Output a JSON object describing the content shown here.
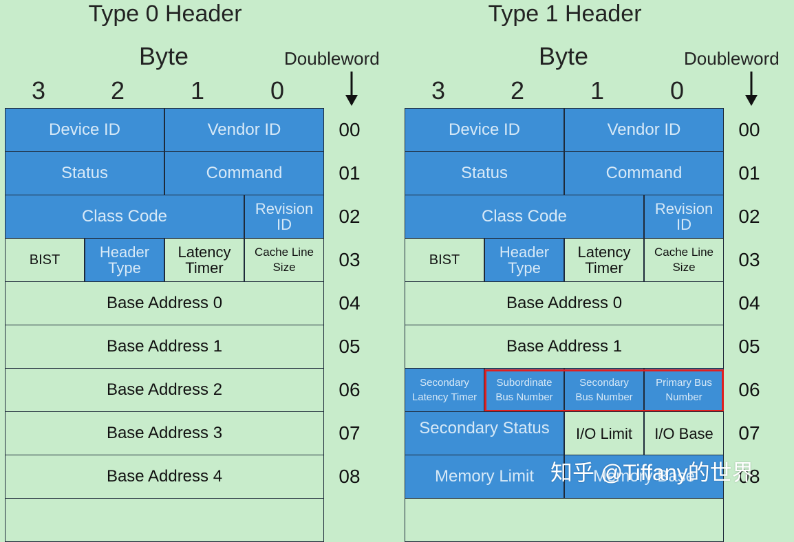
{
  "colors": {
    "background": "#c8eccb",
    "blue_cell": "#3d8fd6",
    "blue_text": "#d7e9f7",
    "highlight": "#e02020"
  },
  "common": {
    "byte_label": "Byte",
    "doubleword_label": "Doubleword",
    "byte_numbers": [
      "3",
      "2",
      "1",
      "0"
    ],
    "dw_numbers": [
      "00",
      "01",
      "02",
      "03",
      "04",
      "05",
      "06",
      "07",
      "08"
    ]
  },
  "type0": {
    "title": "Type 0 Header",
    "rows": {
      "r0": [
        "Device ID",
        "Vendor ID"
      ],
      "r1": [
        "Status",
        "Command"
      ],
      "r2": [
        "Class Code",
        "Revision ID"
      ],
      "r3": [
        "BIST",
        "Header Type",
        "Latency Timer",
        "Cache Line Size"
      ],
      "r4": "Base Address 0",
      "r5": "Base Address 1",
      "r6": "Base Address 2",
      "r7": "Base Address 3",
      "r8": "Base Address 4"
    }
  },
  "type1": {
    "title": "Type 1 Header",
    "rows": {
      "r0": [
        "Device ID",
        "Vendor ID"
      ],
      "r1": [
        "Status",
        "Command"
      ],
      "r2": [
        "Class Code",
        "Revision ID"
      ],
      "r3": [
        "BIST",
        "Header Type",
        "Latency Timer",
        "Cache Line Size"
      ],
      "r4": "Base Address 0",
      "r5": "Base Address 1",
      "r6": [
        "Secondary Latency Timer",
        "Subordinate Bus Number",
        "Secondary Bus Number",
        "Primary Bus Number"
      ],
      "r7": [
        "Secondary Status",
        "I/O Limit",
        "I/O Base"
      ],
      "r8": [
        "Memory Limit",
        "Memory Base"
      ]
    }
  },
  "watermark": "知乎 @Tiffany的世界"
}
